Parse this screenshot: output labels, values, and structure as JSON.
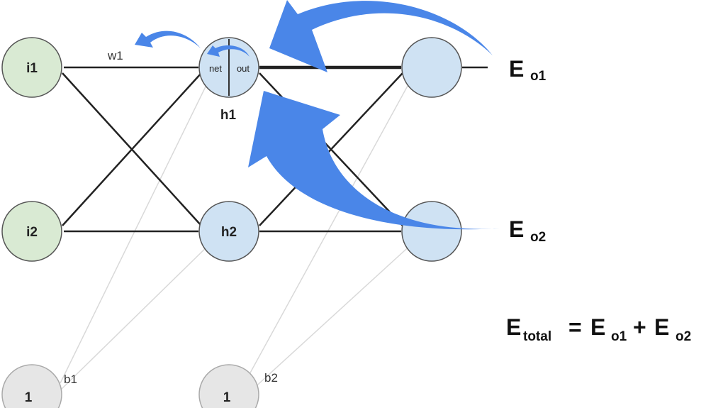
{
  "nodes": {
    "i1": "i1",
    "i2": "i2",
    "h1": "h1",
    "h2": "h2",
    "b1_value": "1",
    "b2_value": "1"
  },
  "labels": {
    "w1": "w1",
    "b1": "b1",
    "b2": "b2",
    "net": "net",
    "out": "out"
  },
  "errors": {
    "e_letter": "E",
    "o1": "o1",
    "o2": "o2",
    "total": "total",
    "equals": "=",
    "plus": "+"
  },
  "colors": {
    "input_fill": "#d9ead3",
    "hidden_fill": "#cfe2f3",
    "bias_fill": "#e6e6e6",
    "arrow_blue": "#4a86e8",
    "line_dark": "#222222",
    "line_light": "#d9d9d9"
  }
}
